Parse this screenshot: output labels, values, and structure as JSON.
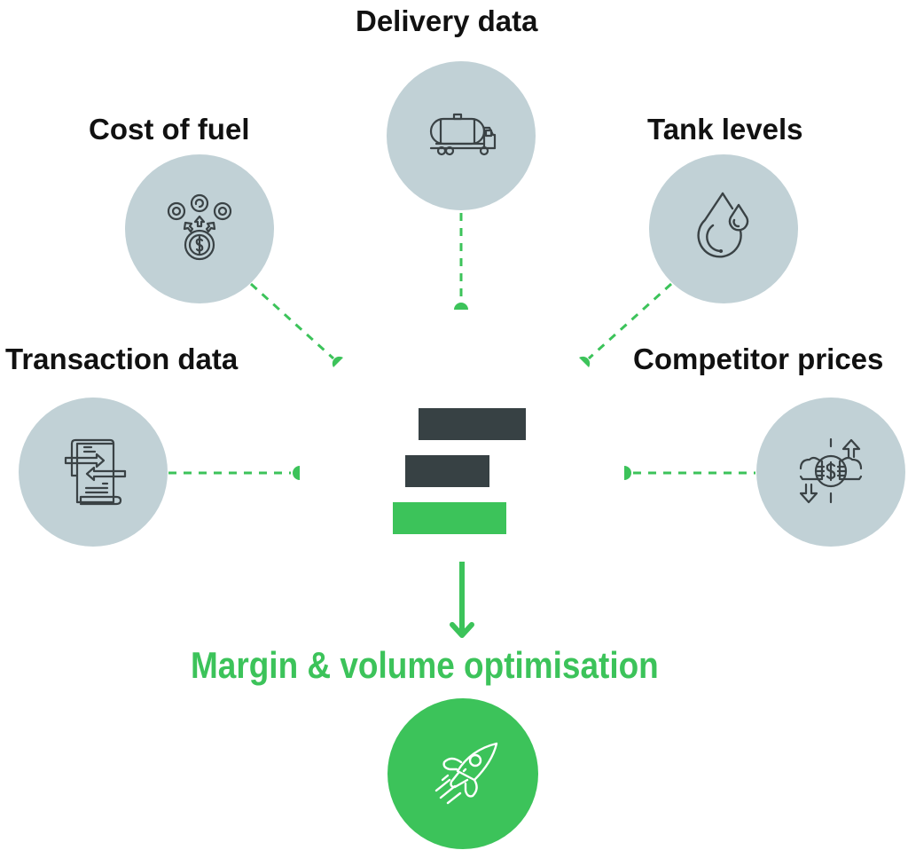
{
  "colors": {
    "circle": "#c1d1d6",
    "accent": "#3cc35a",
    "dark": "#374144",
    "icon_stroke": "#3a4245",
    "text": "#111111"
  },
  "nodes": [
    {
      "id": "delivery",
      "label": "Delivery data",
      "icon": "tanker-truck-icon"
    },
    {
      "id": "cost",
      "label": "Cost of fuel",
      "icon": "coins-dollar-icon"
    },
    {
      "id": "tank",
      "label": "Tank levels",
      "icon": "droplets-icon"
    },
    {
      "id": "transaction",
      "label": "Transaction data",
      "icon": "document-exchange-icon"
    },
    {
      "id": "competitor",
      "label": "Competitor prices",
      "icon": "hands-dollar-exchange-icon"
    }
  ],
  "center": {
    "icon": "stacked-bars-icon"
  },
  "outcome": {
    "title": "Margin & volume optimisation",
    "icon": "rocket-icon"
  }
}
